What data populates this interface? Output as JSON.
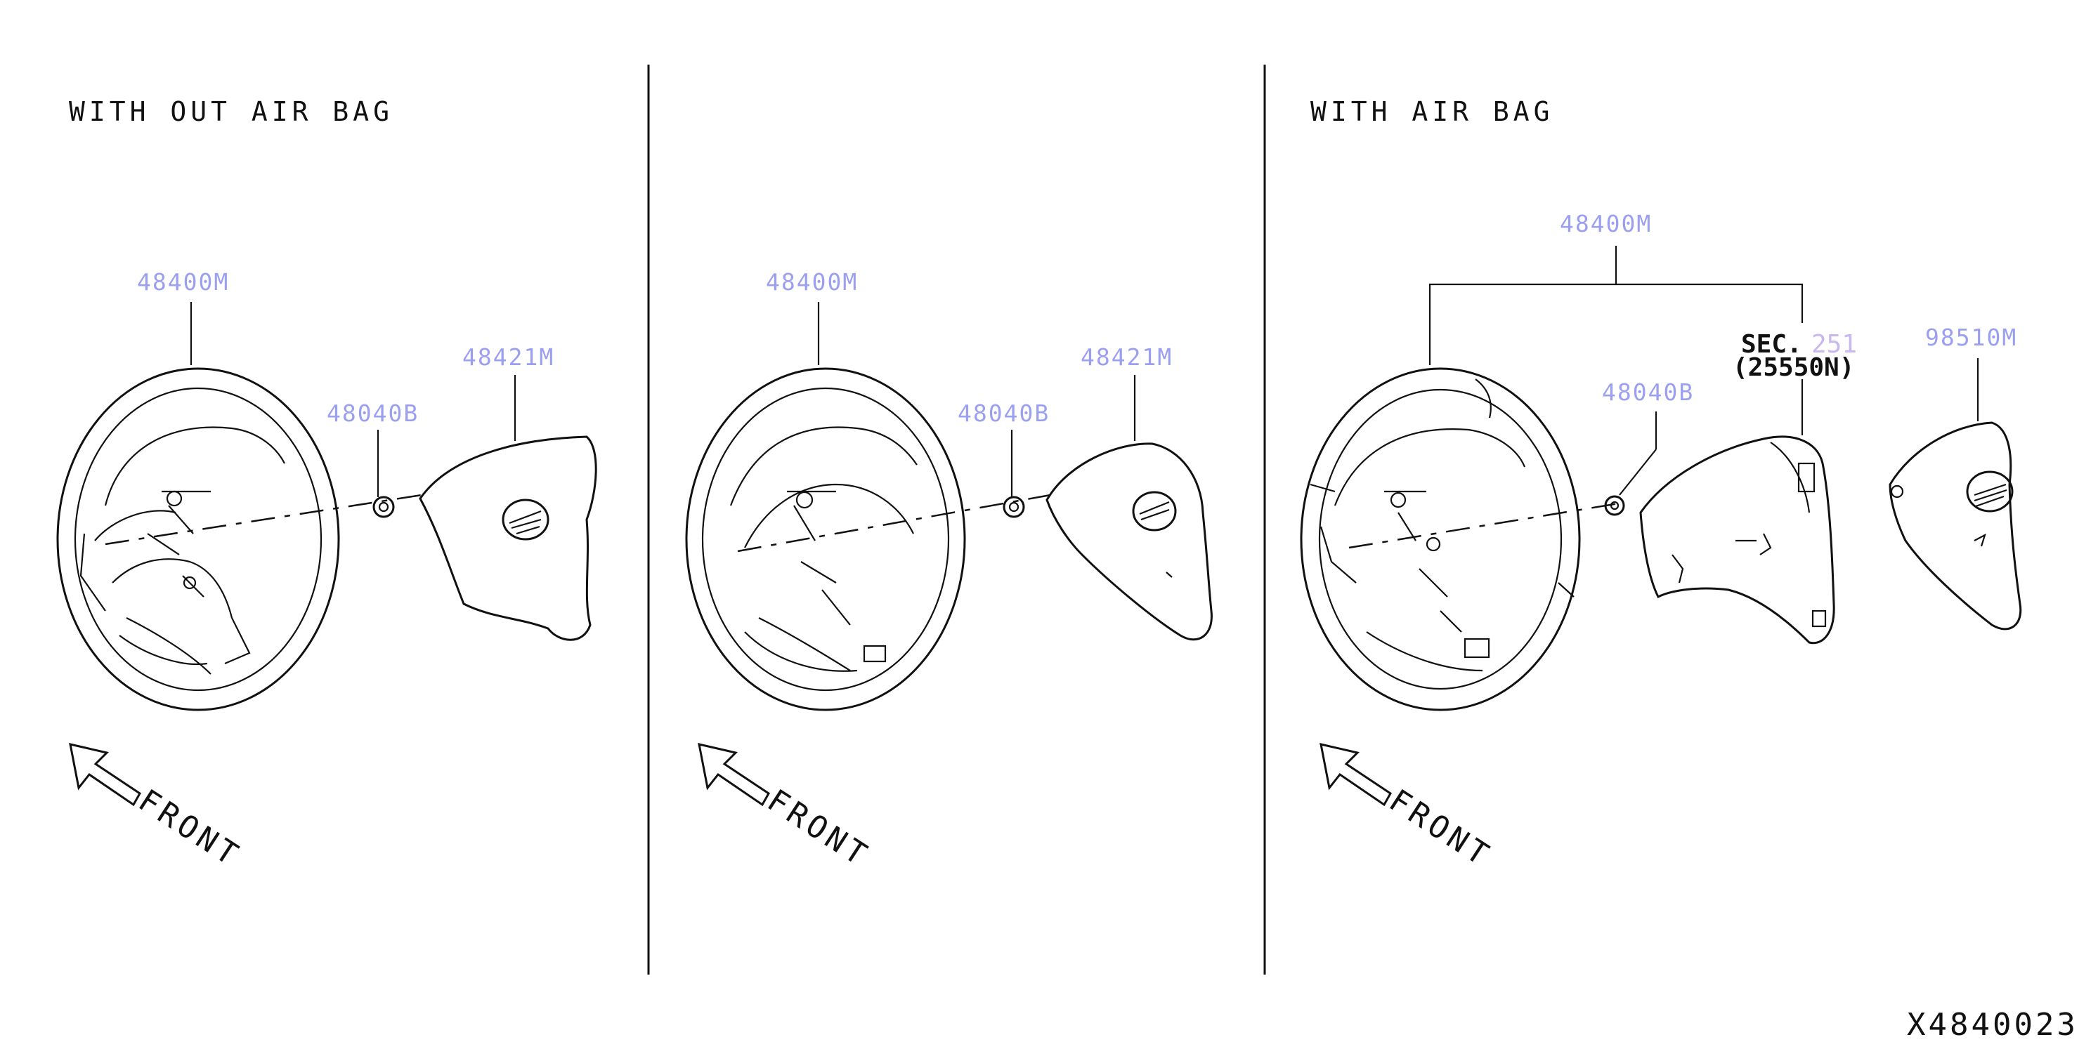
{
  "panels": [
    {
      "heading": "WITH OUT AIR BAG",
      "parts": {
        "wheel": "48400M",
        "nut": "48040B",
        "cover": "48421M"
      },
      "front_label": "FRONT"
    },
    {
      "heading": "",
      "parts": {
        "wheel": "48400M",
        "nut": "48040B",
        "cover": "48421M"
      },
      "front_label": "FRONT"
    },
    {
      "heading": "WITH AIR BAG",
      "parts": {
        "wheel": "48400M",
        "nut": "48040B",
        "airbag": "98510M"
      },
      "sec_prefix": "SEC.",
      "sec_number": "251",
      "sec_sub": "(25550N)",
      "front_label": "FRONT"
    }
  ],
  "diagram_code": "X4840023",
  "colors": {
    "line": "#111111",
    "part_number": "#9b9ff0",
    "section_ref": "#c9b7ef"
  }
}
